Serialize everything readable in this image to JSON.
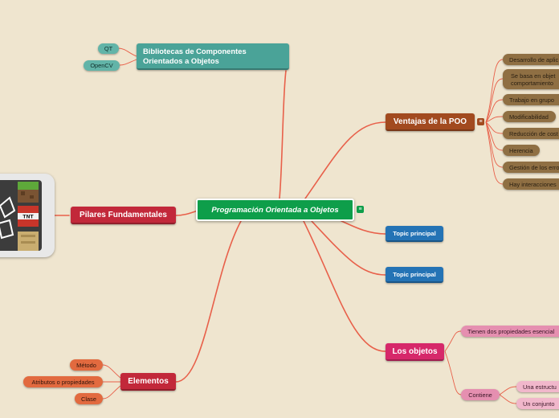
{
  "central": {
    "label": "Programación Orientada a Objetos"
  },
  "branches": {
    "bibliotecas": {
      "label_line1": "Bibliotecas de Componentes",
      "label_line2": "Orientados a Objetos",
      "children": [
        "QT",
        "OpenCV"
      ]
    },
    "ventajas": {
      "label": "Ventajas de la POO",
      "children": [
        "Desarrollo de aplic",
        "Se basa en objet",
        "comportamiento",
        "Trabajo en grupo",
        "Modificabilidad",
        "Reducción de cost",
        "Herencia",
        "Gestión de los erro",
        "Hay interacciones"
      ]
    },
    "topic1": {
      "label": "Topic principal"
    },
    "topic2": {
      "label": "Topic principal"
    },
    "pilares": {
      "label": "Pilares Fundamentales"
    },
    "objetos": {
      "label": "Los objetos",
      "children": [
        "Tienen dos propiedades esencial",
        "Contiene"
      ],
      "contiene_children": [
        "Una estructu",
        "Un conjunto"
      ]
    },
    "elementos": {
      "label": "Elementos",
      "children": [
        "Método",
        "Atributos o propiedades",
        "Clase"
      ]
    }
  },
  "colors": {
    "background": "#efe5cf",
    "central": "#0e9e4a",
    "ventajas": "#a24a1f",
    "topic": "#2473b5",
    "pilares": "#c2283a",
    "objetos": "#d6286a",
    "elementos": "#c2283a",
    "bibliotecas": "#3f8f87",
    "link": "#e8604a"
  },
  "icons": {
    "expand": "minus-icon",
    "image": "minecraft-blocks-icon"
  }
}
